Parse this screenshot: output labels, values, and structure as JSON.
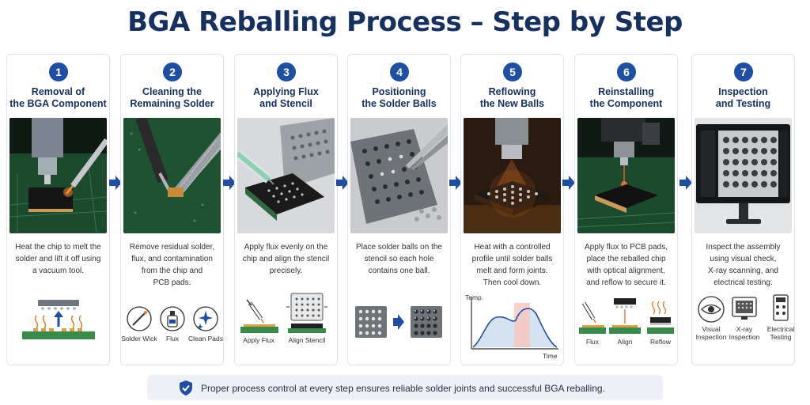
{
  "title": "BGA Reballing Process – Step by Step",
  "steps": [
    {
      "number": "1",
      "heading_line1": "Removal of",
      "heading_line2": "the BGA Component",
      "desc_line1": "Heat the chip to melt the",
      "desc_line2": "solder and lift it off using",
      "desc_line3": "a vacuum tool.",
      "desc_line4": ""
    },
    {
      "number": "2",
      "heading_line1": "Cleaning the",
      "heading_line2": "Remaining Solder",
      "desc_line1": "Remove residual solder,",
      "desc_line2": "flux, and contamination",
      "desc_line3": "from the chip and",
      "desc_line4": "PCB pads.",
      "captions": [
        "Solder Wick",
        "Flux",
        "Clean Pads"
      ]
    },
    {
      "number": "3",
      "heading_line1": "Applying Flux",
      "heading_line2": "and Stencil",
      "desc_line1": "Apply flux evenly on the",
      "desc_line2": "chip and align the stencil",
      "desc_line3": "precisely.",
      "desc_line4": "",
      "captions": [
        "Apply Flux",
        "Align Stencil"
      ]
    },
    {
      "number": "4",
      "heading_line1": "Positioning",
      "heading_line2": "the Solder Balls",
      "desc_line1": "Place solder balls on the",
      "desc_line2": "stencil so each hole",
      "desc_line3": "contains one ball.",
      "desc_line4": ""
    },
    {
      "number": "5",
      "heading_line1": "Reflowing",
      "heading_line2": "the New Balls",
      "desc_line1": "Heat with a controlled",
      "desc_line2": "profile until solder balls",
      "desc_line3": "melt and form joints.",
      "desc_line4": "Then cool down.",
      "graph_y": "Temp.",
      "graph_x": "Time"
    },
    {
      "number": "6",
      "heading_line1": "Reinstalling",
      "heading_line2": "the Component",
      "desc_line1": "Apply flux to PCB pads,",
      "desc_line2": "place the reballed chip",
      "desc_line3": "with optical alignment,",
      "desc_line4": "and reflow to secure it.",
      "captions": [
        "Flux",
        "Align",
        "Reflow"
      ]
    },
    {
      "number": "7",
      "heading_line1": "Inspection",
      "heading_line2": "and Testing",
      "desc_line1": "Inspect the assembly",
      "desc_line2": "using visual check,",
      "desc_line3": "X-ray scanning, and",
      "desc_line4": "electrical testing.",
      "captions_a": [
        "Visual",
        "X-ray",
        "Electrical"
      ],
      "captions_b": [
        "Inspection",
        "Inspection",
        "Testing"
      ]
    }
  ],
  "footer": "Proper process control at every step ensures reliable solder joints and successful BGA reballing.",
  "colors": {
    "title": "#16305f",
    "accent": "#1f4ea3",
    "pcb": "#1f5a35",
    "solder": "#b9bcc2",
    "heat": "#e07a2a"
  },
  "icons": [
    "arrow-right-icon",
    "shield-check-icon",
    "solder-wick-icon",
    "flux-bottle-icon",
    "sparkle-icon",
    "syringe-icon",
    "stencil-icon",
    "eye-icon",
    "xray-monitor-icon",
    "multimeter-icon"
  ]
}
